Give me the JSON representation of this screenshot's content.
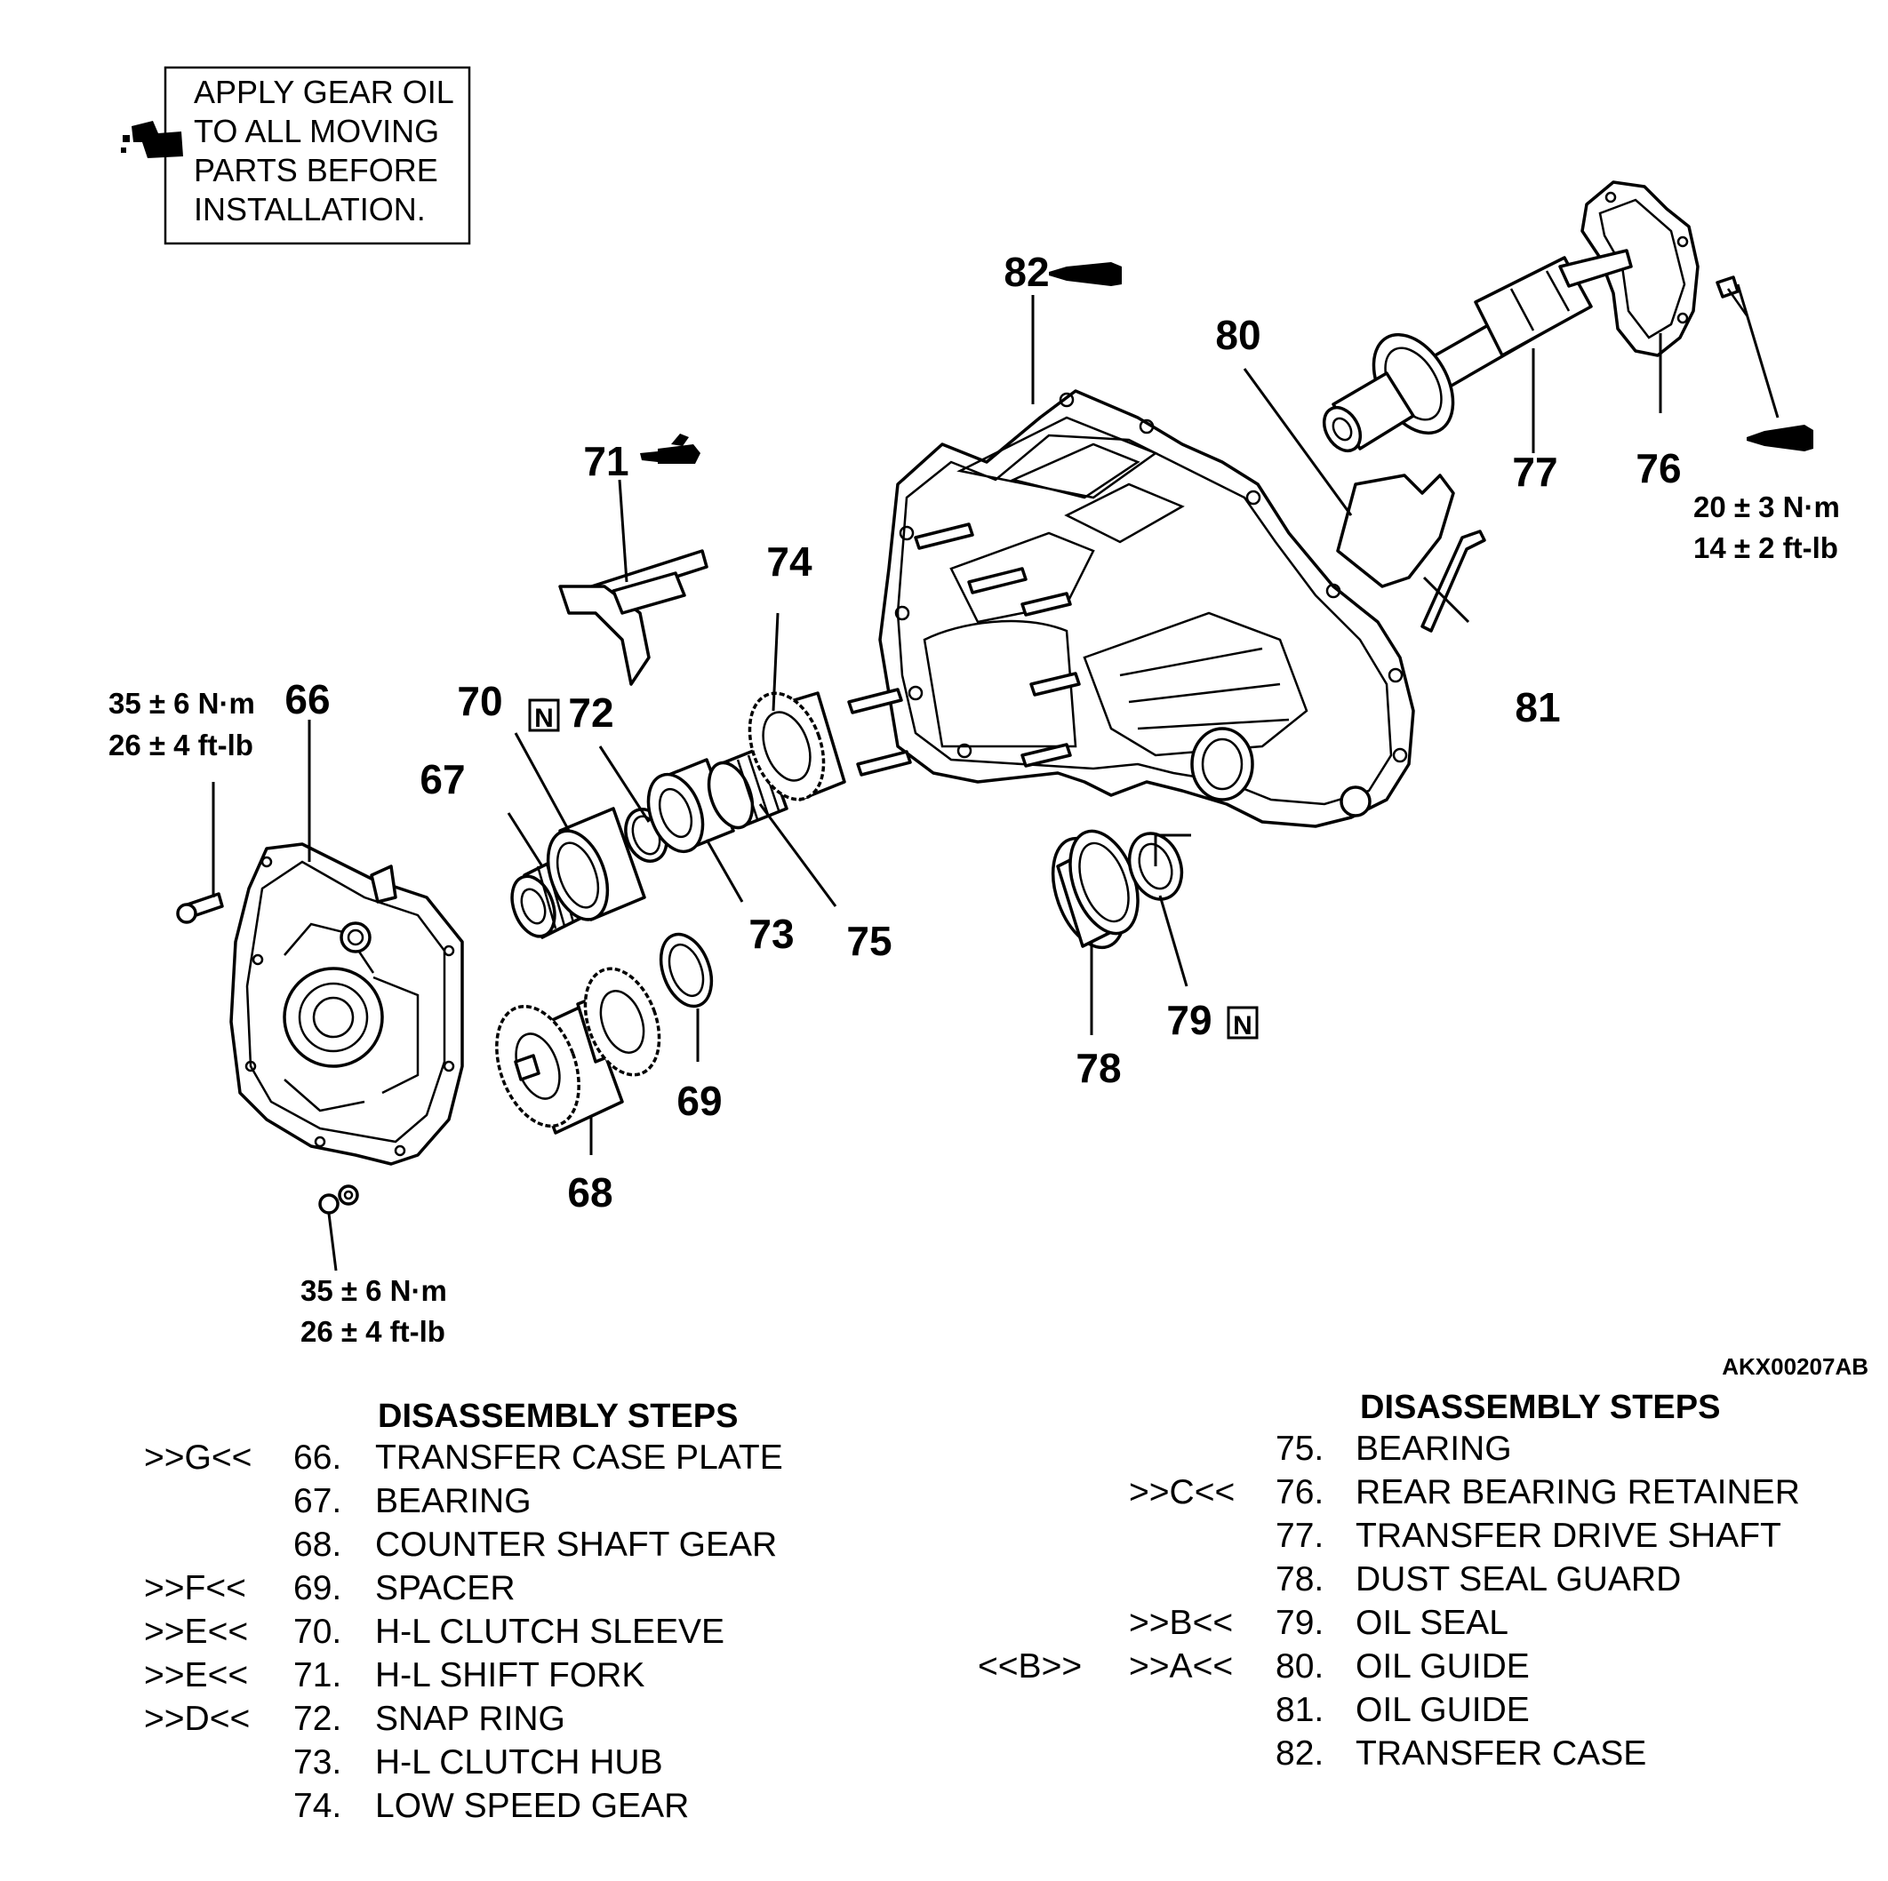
{
  "note": {
    "lines": [
      "APPLY GEAR OIL",
      "TO ALL MOVING",
      "PARTS BEFORE",
      "INSTALLATION."
    ],
    "icon": "oil-can-icon"
  },
  "callouts": {
    "c66": "66",
    "c67": "67",
    "c68": "68",
    "c69": "69",
    "c70": "70",
    "c71": "71",
    "c72": "72",
    "c73": "73",
    "c74": "74",
    "c75": "75",
    "c76": "76",
    "c77": "77",
    "c78": "78",
    "c79": "79",
    "c80": "80",
    "c81": "81",
    "c82": "82",
    "n_symbol": "N"
  },
  "torque": {
    "plate_bolt_nm": "35 ± 6 N·m",
    "plate_bolt_ftlb": "26 ± 4 ft-lb",
    "plate_nut_nm": "35 ± 6 N·m",
    "plate_nut_ftlb": "26 ± 4 ft-lb",
    "retainer_bolt_nm": "20 ± 3 N·m",
    "retainer_bolt_ftlb": "14 ± 2 ft-lb"
  },
  "figure_id": "AKX00207AB",
  "steps_left": {
    "heading": "DISASSEMBLY STEPS",
    "items": [
      {
        "mark": ">>G<<",
        "num": "66.",
        "name": "TRANSFER CASE PLATE"
      },
      {
        "mark": "",
        "num": "67.",
        "name": "BEARING"
      },
      {
        "mark": "",
        "num": "68.",
        "name": "COUNTER SHAFT GEAR"
      },
      {
        "mark": ">>F<<",
        "num": "69.",
        "name": "SPACER"
      },
      {
        "mark": ">>E<<",
        "num": "70.",
        "name": "H-L CLUTCH SLEEVE"
      },
      {
        "mark": ">>E<<",
        "num": "71.",
        "name": "H-L SHIFT FORK"
      },
      {
        "mark": ">>D<<",
        "num": "72.",
        "name": "SNAP RING"
      },
      {
        "mark": "",
        "num": "73.",
        "name": "H-L CLUTCH HUB"
      },
      {
        "mark": "",
        "num": "74.",
        "name": "LOW SPEED GEAR"
      }
    ]
  },
  "steps_right": {
    "heading": "DISASSEMBLY STEPS",
    "items": [
      {
        "mark2": "",
        "mark": "",
        "num": "75.",
        "name": "BEARING"
      },
      {
        "mark2": "",
        "mark": ">>C<<",
        "num": "76.",
        "name": "REAR BEARING RETAINER"
      },
      {
        "mark2": "",
        "mark": "",
        "num": "77.",
        "name": "TRANSFER DRIVE SHAFT"
      },
      {
        "mark2": "",
        "mark": "",
        "num": "78.",
        "name": "DUST SEAL GUARD"
      },
      {
        "mark2": "",
        "mark": ">>B<<",
        "num": "79.",
        "name": "OIL SEAL"
      },
      {
        "mark2": "<<B>>",
        "mark": ">>A<<",
        "num": "80.",
        "name": "OIL GUIDE"
      },
      {
        "mark2": "",
        "mark": "",
        "num": "81.",
        "name": "OIL GUIDE"
      },
      {
        "mark2": "",
        "mark": "",
        "num": "82.",
        "name": "TRANSFER CASE"
      }
    ]
  },
  "icons": [
    "oil-can-icon",
    "sealant-tube-icon",
    "grease-gun-icon",
    "new-part-icon"
  ]
}
